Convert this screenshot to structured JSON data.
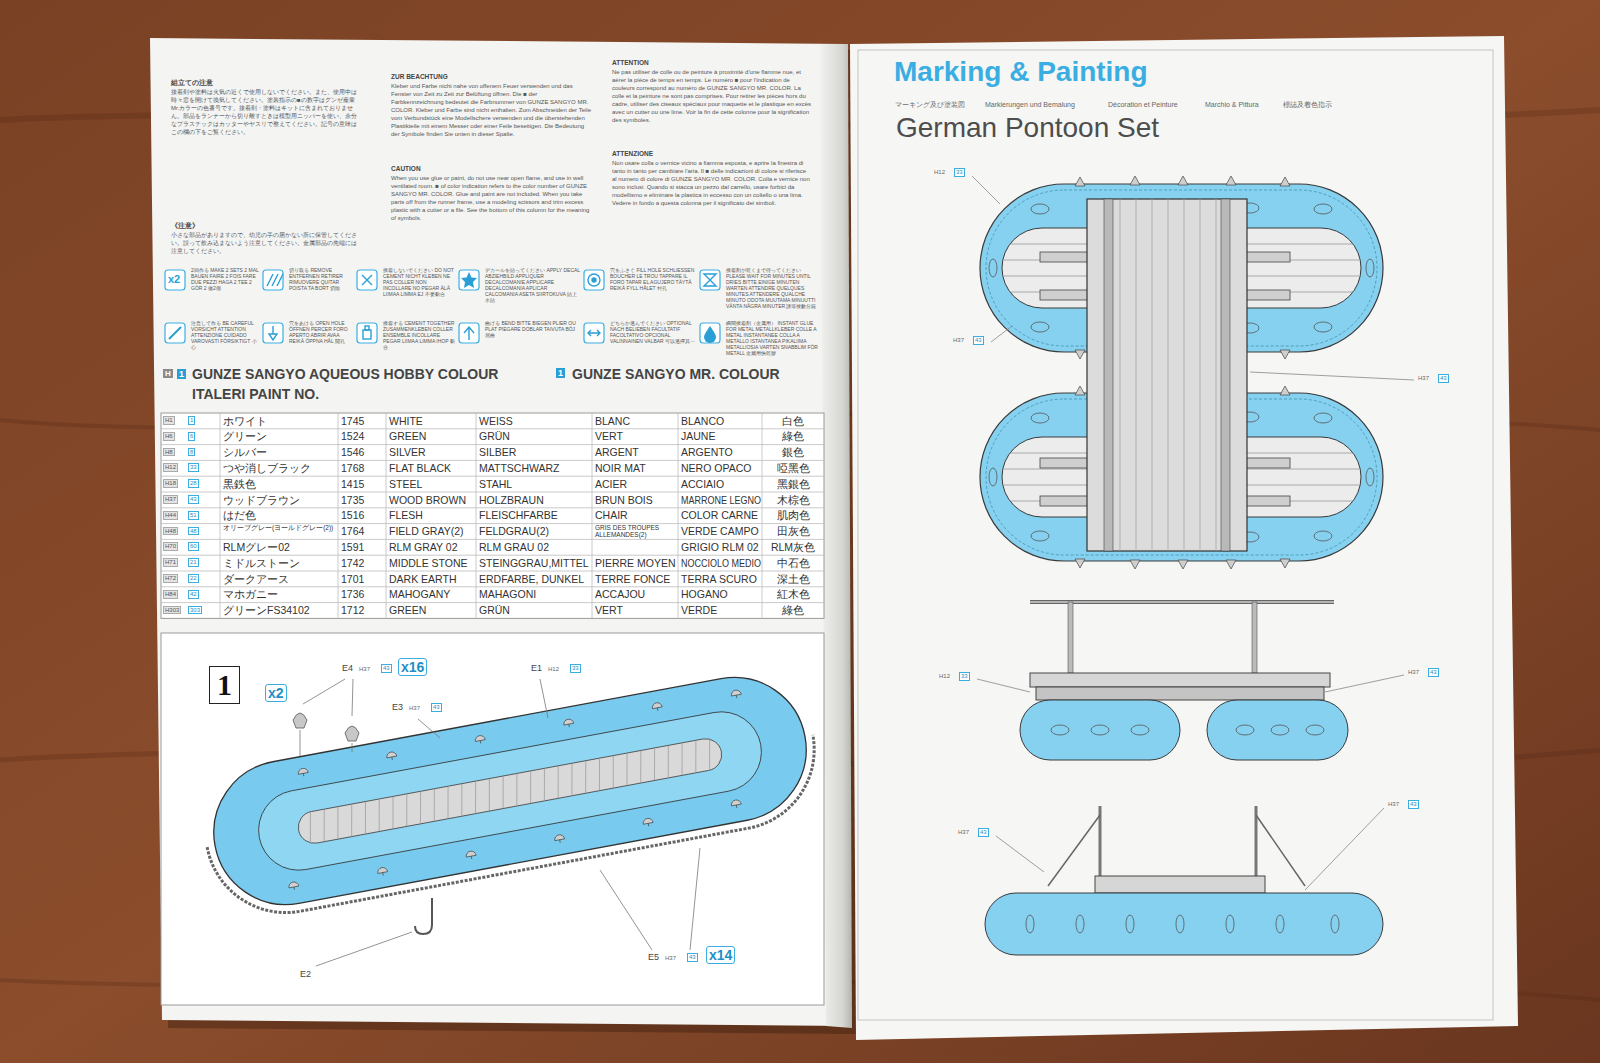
{
  "diagram": {
    "title": "Marking & Painting",
    "nodes": [
      {
        "text": [
          "1"
        ]
      }
    ],
    "labels": [
      "マーキング及び塗装図",
      "Markierungen und Bemalung",
      "Décoration et Peinture",
      "Marchio & Pittura",
      "標誌及着色指示",
      "German Pontoon Set",
      "組立ての注意",
      "接着剤や塗料は火気の近くで使用しないでください。また、使用中は時々窓を開けて換気してください。塗装指示の■の数字はグンゼ産業Mr.カラーの色番号です。接着剤・塗料はキットに含まれておりません。部品をランナーから切り離すときは模型用ニッパーを使い、余分なプラスチックはカッターやヤスリで整えてください。記号の意味はこの欄の下をご覧ください。",
      "《注意》",
      "小さな部品がありますので、幼児の手の届かない所に保管してください。誤って飲み込まないよう注意してください。金属部品の先端には注意してください。",
      "ZUR BEACHTUNG",
      "Kleber und Farbe nicht nahe von offenem Feuer verwenden und das Fenster von Zeit zu Zeit zur Belüftung öffnen. Die ■ der Farbkennzeichnung bedeutet die Farbnummer von GUNZE SANGYO MR. COLOR. Kleber und Farbe sind nicht enthalten. Zum Abschneiden der Teile vom Verbundstück eine Modellschere verwenden und die überstehenden Plastikteile mit einem Messer oder einer Feile beseitigen. Die Bedeutung der Symbole finden Sie unten in dieser Spalte.",
      "CAUTION",
      "When you use glue or paint, do not use near open flame, and use in well ventilated room. ■ of color indication refers to the color number of GUNZE SANGYO MR. COLOR. Glue and paint are not included. When you take parts off from the runner frame, use a modeling scissors and trim excess plastic with a cutter or a file. See the bottom of this column for the meaning of symbols.",
      "ATTENTION",
      "Ne pas utiliser de colle ou de peinture à proximité d'une flamme nue, et aérer la pièce de temps en temps. Le numéro ■ pour l'indication de couleurs correspond au numéro de GUNZE SANGYO MR. COLOR. La colle et la peinture ne sont pas comprises. Pour retirer les pièces hors du cadre, utiliser des ciseaux spéciaux pour maquette et le plastique en excès avec un cutter ou une lime. Voir la fin de cette colonne pour la signification des symboles.",
      "ATTENZIONE",
      "Non usare colla o vernice vicino a fiamma esposta, e aprire la finestra di tanto in tanto per cambiare l'aria. Il ■ delle indicazioni di colore si riferisce al numero di colore di GUNZE SANGYO MR. COLOR. Colla e vernice non sono inclusi. Quando si stacca un pezzo dal carrello, usare forbici da modellismo e eliminare la plastica in eccesso con un coltello o una lima. Vedere in fondo a questa colonna per il significato dei simboli.",
      "x2",
      "2回作る MAKE 2 SETS 2 MAL BAUEN FAIRE 2 FOIS FARE DUE PEZZI HAGA 2 TEE 2 GÖR 2 做2個",
      "切り取る REMOVE ENTFERNEN RETIRER RIMUOVERE QUITAR POISTA TA BORT 切除",
      "接着しないでください DO NOT CEMENT NICHT KLEBEN NE PAS COLLER NON INCOLLARE NO PEGAR ÄLÄ LIIMAA LIMMA EJ 不要黏合",
      "デカールを貼ってください APPLY DECAL ABZIEHBILD APPLIQUER DECALCOMANIE APPLICARE DECALCOMANIA APLICAR CALCOMANIA ASETA SIIRTOKUVA 貼上水貼",
      "穴をふさぐ FILL HOLE SCHLIESSEN BOUCHER LE TROU TAPPARE IL FORO TAPAR EL AGUJERO TÄYTÄ REIKÄ FYLL HÅLET 封孔",
      "接着剤が乾くまで待ってください PLEASE WAIT FOR MINUTES UNTIL DRIES BITTE EINIGE MINUTEN WARTEN ATTENDRE QUELQUES MINUTES ATTENDERE QUALCHE MINUTO ODOTA MUUTAMA MINUUTTI VÄNTA NÅGRA MINUTER 請等候數分鐘",
      "注意して作る BE CAREFUL VORSICHT ATTENTION ATTENZIONE CUIDADO VAROVASTI FÖRSIKTIGT 小心",
      "穴をあける OPEN HOLE ÖFFNEN PERCER FORO APERTO ABRIR AVAA REIKÄ ÖPPNA HÅL 開孔",
      "接着する CEMENT TOGETHER ZUSAMMENKLEBEN COLLER ENSEMBLE INCOLLARE PEGAR LIIMAA LIMMA IHOP 黏合",
      "曲げる BEND BITTE BIEGEN PLIER OU PLAT PIEGARE DOBLAR TAIVUTA BÖJ 屈曲",
      "どちらか選んでください OPTIONAL NACH BELIEBEN FACULTATIF FACOLTATIVO OPCIONAL VALINNAINEN VALBAR 可以選擇其一",
      "瞬間接着剤（金属用） INSTANT GLUE FOR METAL METALLKLEBER COLLE A METAL INSTANTANEE COLLA A METALLO ISTANTANEA PIKALIIMA METALLIOSIA VARTEN SNABBLIM FÖR METALL 金屬用快乾膠",
      "H",
      "1",
      "GUNZE SANGYO AQUEOUS HOBBY COLOUR",
      "ITALERI PAINT NO.",
      "1",
      "GUNZE SANGYO MR. COLOUR",
      "H1",
      "1",
      "ホワイト",
      "1745",
      "WHITE",
      "WEISS",
      "BLANC",
      "BLANCO",
      "白色",
      "H6",
      "6",
      "グリーン",
      "1524",
      "GREEN",
      "GRÜN",
      "VERT",
      "JAUNE",
      "綠色",
      "H8",
      "8",
      "シルバー",
      "1546",
      "SILVER",
      "SILBER",
      "ARGENT",
      "ARGENTO",
      "銀色",
      "H12",
      "33",
      "つや消しブラック",
      "1768",
      "FLAT BLACK",
      "MATTSCHWARZ",
      "NOIR MAT",
      "NERO OPACO",
      "啞黑色",
      "H18",
      "28",
      "黒鉄色",
      "1415",
      "STEEL",
      "STAHL",
      "ACIER",
      "ACCIAIO",
      "黑銀色",
      "H37",
      "43",
      "ウッドブラウン",
      "1735",
      "WOOD BROWN",
      "HOLZBRAUN",
      "BRUN BOIS",
      "MARRONE LEGNO",
      "木棕色",
      "H44",
      "51",
      "はだ色",
      "1516",
      "FLESH",
      "FLEISCHFARBE",
      "CHAIR",
      "COLOR CARNE",
      "肌肉色",
      "H48",
      "48",
      "オリーブグレー(ヨールドグレー(2))",
      "1764",
      "FIELD GRAY(2)",
      "FELDGRAU(2)",
      "GRIS DES TROUPES ALLEMANDES(2)",
      "VERDE CAMPO",
      "田灰色",
      "H70",
      "60",
      "RLMグレー02",
      "1591",
      "RLM GRAY 02",
      "RLM GRAU 02",
      "GRIGIO RLM 02",
      "RLM灰色",
      "H71",
      "21",
      "ミドルストーン",
      "1742",
      "MIDDLE STONE",
      "STEINGGRAU,MITTEL",
      "PIERRE MOYEN",
      "NOCCIOLO MEDIO",
      "中石色",
      "H72",
      "22",
      "ダークアース",
      "1701",
      "DARK EARTH",
      "ERDFARBE, DUNKEL",
      "TERRE FONCE",
      "TERRA SCURO",
      "深土色",
      "H84",
      "42",
      "マホガニー",
      "1736",
      "MAHOGANY",
      "MAHAGONI",
      "ACCAJOU",
      "HOGANO",
      "紅木色",
      "H303",
      "303",
      "グリーンFS34102",
      "1712",
      "GREEN",
      "GRÜN",
      "VERT",
      "VERDE",
      "綠色",
      "x2",
      "E4",
      "H37",
      "43",
      "x16",
      "E1",
      "H12",
      "33",
      "E3",
      "H37",
      "43",
      "E2",
      "E5",
      "H37",
      "43",
      "x14",
      "H12",
      "33",
      "H37",
      "43",
      "H37",
      "43",
      "H12",
      "33",
      "H37",
      "43",
      "H37",
      "43",
      "H37",
      "43"
    ]
  }
}
